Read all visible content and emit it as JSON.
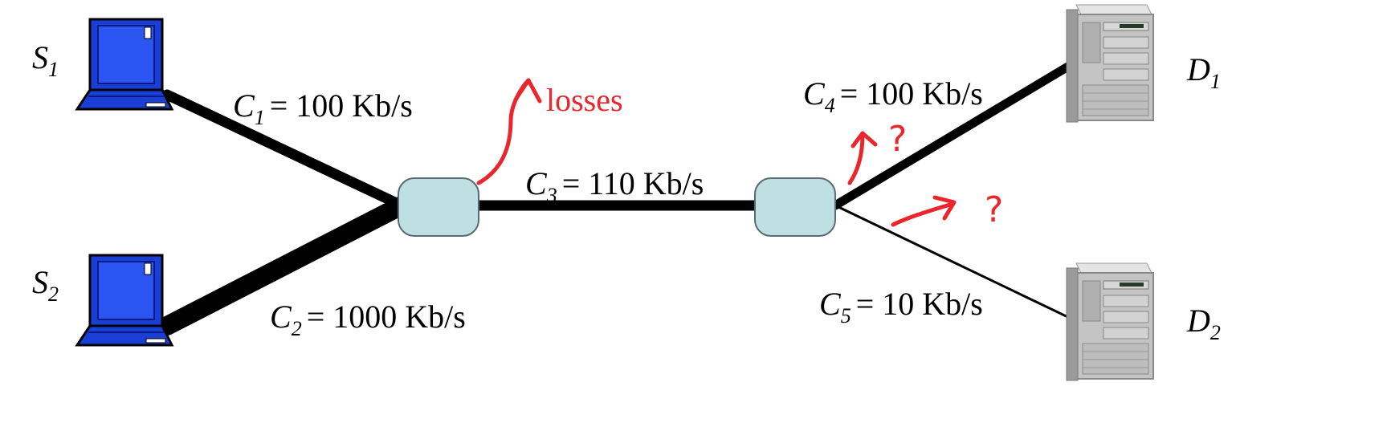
{
  "colors": {
    "link": "#000000",
    "router_fill": "#bfe0e3",
    "router_stroke": "#5a6a70",
    "laptop_blue": "#1a3fd6",
    "server_gray": "#c9c9c9",
    "annotation_red": "#e8262b"
  },
  "icons": {
    "sources": "laptop-icon",
    "destinations": "server-tower-icon",
    "routers": "router-icon"
  },
  "nodes": {
    "s1": {
      "letter": "S",
      "sub": "1"
    },
    "s2": {
      "letter": "S",
      "sub": "2"
    },
    "d1": {
      "letter": "D",
      "sub": "1"
    },
    "d2": {
      "letter": "D",
      "sub": "2"
    }
  },
  "links": {
    "c1": {
      "letter": "C",
      "sub": "1",
      "value": "= 100 Kb/s"
    },
    "c2": {
      "letter": "C",
      "sub": "2",
      "value": "= 1000 Kb/s"
    },
    "c3": {
      "letter": "C",
      "sub": "3",
      "value": "= 110 Kb/s"
    },
    "c4": {
      "letter": "C",
      "sub": "4",
      "value": "= 100 Kb/s"
    },
    "c5": {
      "letter": "C",
      "sub": "5",
      "value": "= 10 Kb/s"
    }
  },
  "annotations": {
    "losses": "losses",
    "q1": "?",
    "q2": "?"
  }
}
